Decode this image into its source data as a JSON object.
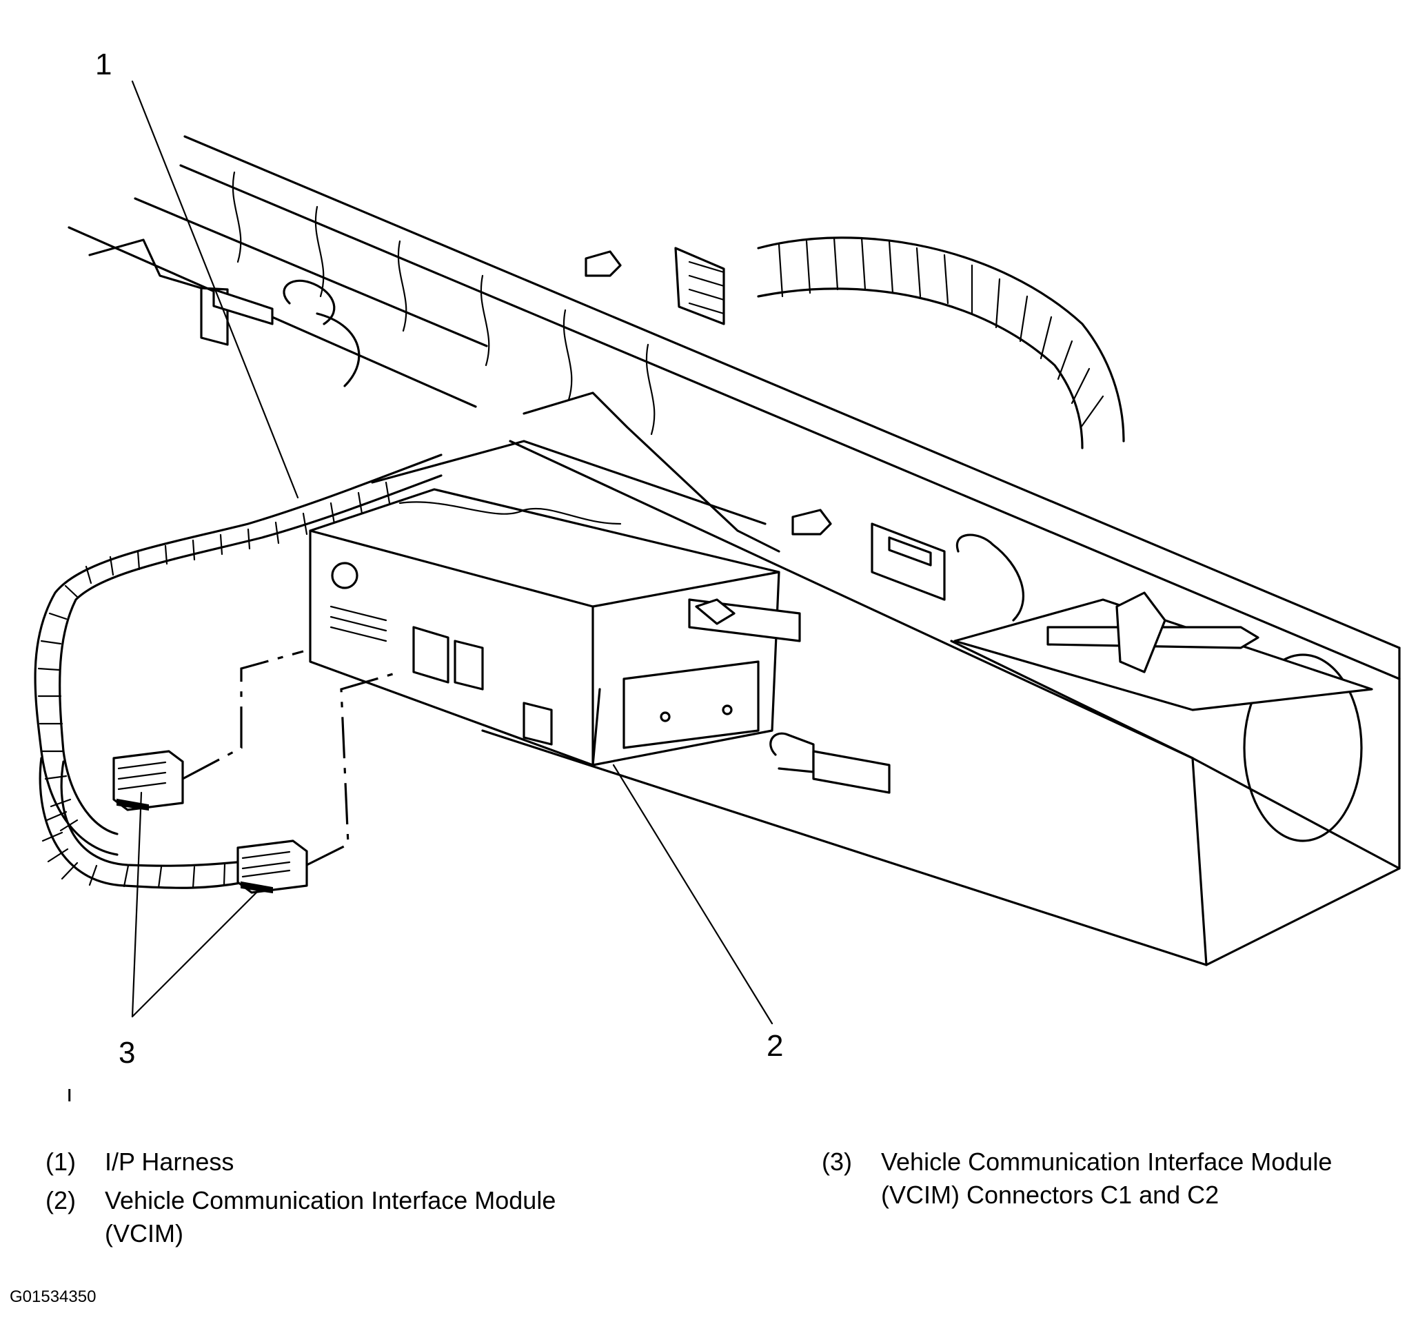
{
  "callouts": {
    "one": "1",
    "two": "2",
    "three": "3"
  },
  "stray_mark": "ı",
  "legend": [
    {
      "number": "(1)",
      "text": "I/P Harness"
    },
    {
      "number": "(2)",
      "text": "Vehicle Communication Interface Module (VCIM)"
    },
    {
      "number": "(3)",
      "text": "Vehicle Communication Interface Module (VCIM) Connectors C1 and C2"
    }
  ],
  "figure_id": "G01534350"
}
